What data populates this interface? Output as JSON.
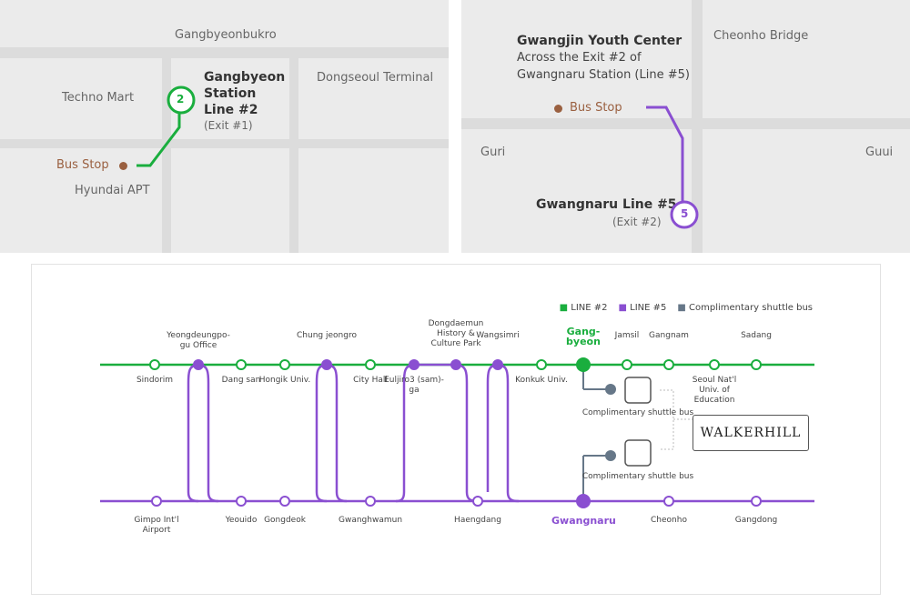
{
  "map_left": {
    "road_top": "Gangbyeonbukro",
    "places": [
      "Techno Mart",
      "Dongseoul Terminal",
      "Hyundai APT"
    ],
    "station": {
      "name_line1": "Gangbyeon",
      "name_line2": "Station",
      "line": "Line #2",
      "exit": "(Exit #1)",
      "badge": "2"
    },
    "bus_stop": "Bus Stop",
    "color": "#1aae3e"
  },
  "map_right": {
    "destination": {
      "title": "Gwangjin Youth Center",
      "line1": "Across the Exit #2 of",
      "line2": "Gwangnaru Station (Line #5)"
    },
    "places": [
      "Cheonho Bridge",
      "Guri",
      "Guui"
    ],
    "station": {
      "name": "Gwangnaru Line #5",
      "exit": "(Exit #2)",
      "badge": "5"
    },
    "bus_stop": "Bus Stop",
    "color": "#8a4fd1"
  },
  "route_map": {
    "legend": [
      "LINE #2",
      "LINE #5",
      "Complimentary shuttle bus"
    ],
    "colors": {
      "line2": "#1aae3e",
      "line5": "#8a4fd1",
      "shuttle": "#667788"
    },
    "line2_top_labels": [
      "Yeongdeungpo-gu Office",
      "Chung jeongro",
      "Dongdaemun History & Culture Park",
      "Wangsimri",
      "Gang-byeon",
      "Jamsil",
      "Gangnam",
      "Sadang"
    ],
    "line2_bottom_labels": [
      "Sindorim",
      "Dang san",
      "Hongik Univ.",
      "City Hall",
      "Euljiro3 (sam)-ga",
      "Konkuk Univ.",
      "Seoul Nat'l Univ. of Education"
    ],
    "line5_labels": [
      "Gimpo Int'l Airport",
      "Yeouido",
      "Gongdeok",
      "Gwanghwamun",
      "Haengdang",
      "Gwangnaru",
      "Cheonho",
      "Gangdong"
    ],
    "shuttle_label": "Complimentary shuttle bus",
    "destination": "WALKERHILL"
  }
}
